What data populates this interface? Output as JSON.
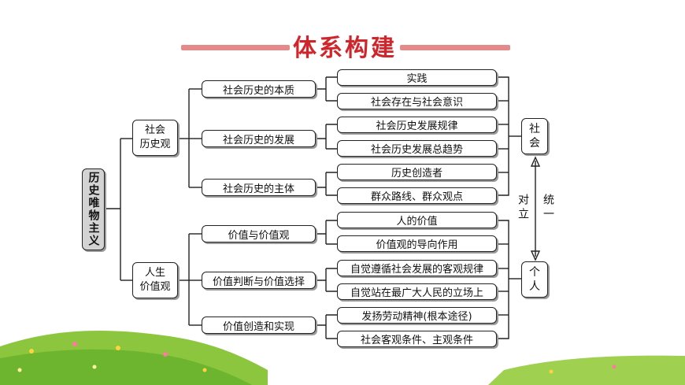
{
  "title": "体系构建",
  "root": "历史唯物主义",
  "branches": [
    {
      "label_line1": "社会",
      "label_line2": "历史观",
      "children": [
        {
          "label": "社会历史的本质",
          "leaves": [
            "实践",
            "社会存在与社会意识"
          ]
        },
        {
          "label": "社会历史的发展",
          "leaves": [
            "社会历史发展规律",
            "社会历史发展总趋势"
          ]
        },
        {
          "label": "社会历史的主体",
          "leaves": [
            "历史创造者",
            "群众路线、群众观点"
          ]
        }
      ]
    },
    {
      "label_line1": "人生",
      "label_line2": "价值观",
      "children": [
        {
          "label": "价值与价值观",
          "leaves": [
            "人的价值",
            "价值观的导向作用"
          ]
        },
        {
          "label": "价值判断与价值选择",
          "leaves": [
            "自觉遵循社会发展的客观规律",
            "自觉站在最广大人民的立场上"
          ]
        },
        {
          "label": "价值创造和实现",
          "leaves": [
            "发扬劳动精神(根本途径)",
            "社会客观条件、主观条件"
          ]
        }
      ]
    }
  ],
  "right": {
    "top_line1": "社",
    "top_line2": "会",
    "bottom_line1": "个",
    "bottom_line2": "人",
    "left_label": "对立",
    "right_label": "统一"
  },
  "colors": {
    "title": "#d0262b",
    "title_bar": "#e38b8b",
    "root_fill": "#d3d3d3"
  }
}
